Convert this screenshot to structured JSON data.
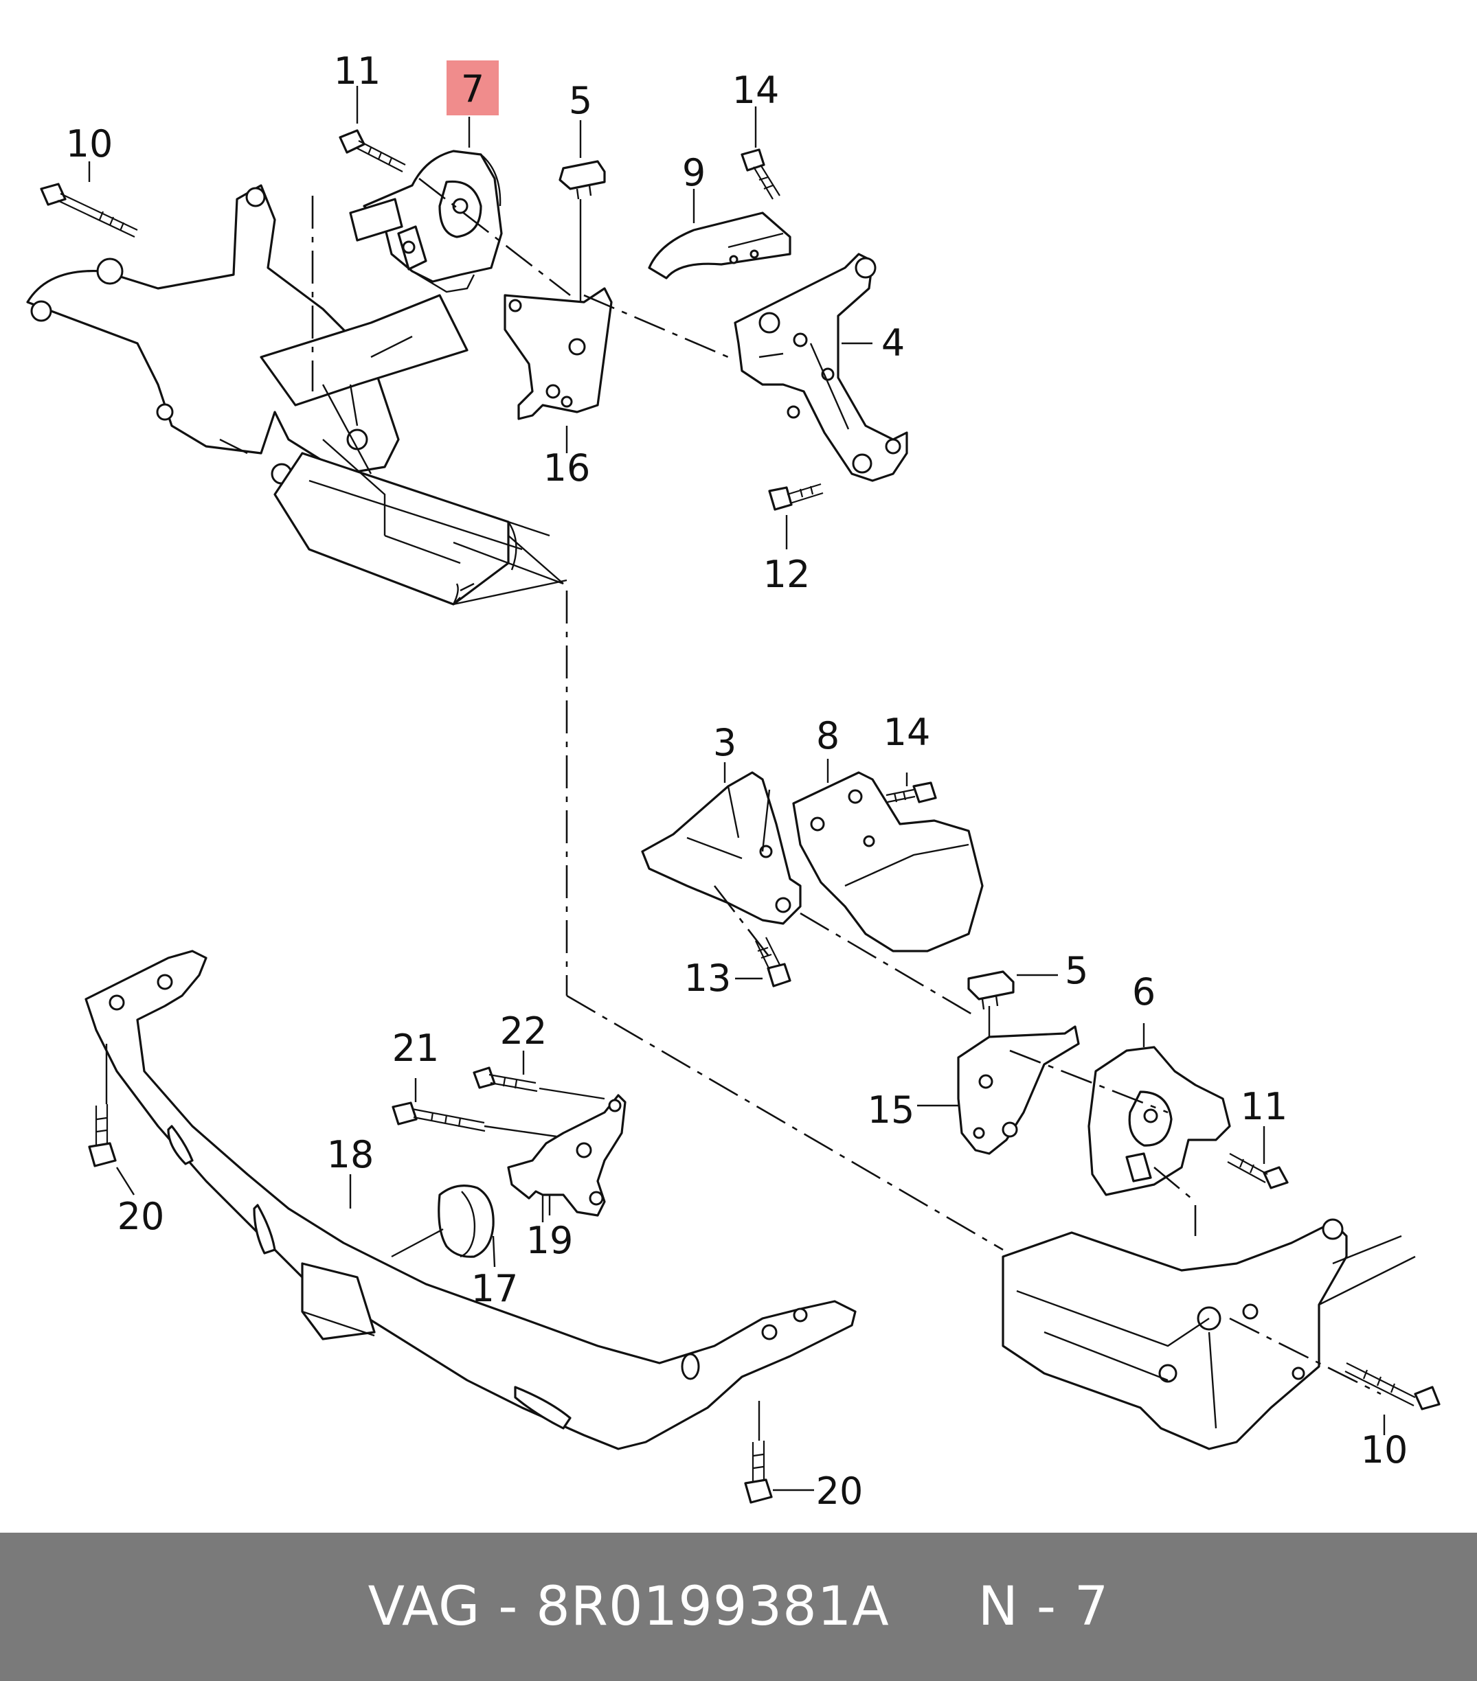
{
  "highlight": {
    "label": "7",
    "color": "#f08c8c"
  },
  "callouts": {
    "c11_top": "11",
    "c10_top": "10",
    "c5_top": "5",
    "c14_top": "14",
    "c9": "9",
    "c4": "4",
    "c16": "16",
    "c12": "12",
    "c3": "3",
    "c8": "8",
    "c14_mid": "14",
    "c13": "13",
    "c5_mid": "5",
    "c6": "6",
    "c15": "15",
    "c11_mid": "11",
    "c10_bot": "10",
    "c21": "21",
    "c22": "22",
    "c18": "18",
    "c20_left": "20",
    "c19": "19",
    "c17": "17",
    "c20_bot": "20"
  },
  "footer": {
    "text": "VAG - 8R0199381A     N - 7",
    "background": "#7a7a7a"
  }
}
